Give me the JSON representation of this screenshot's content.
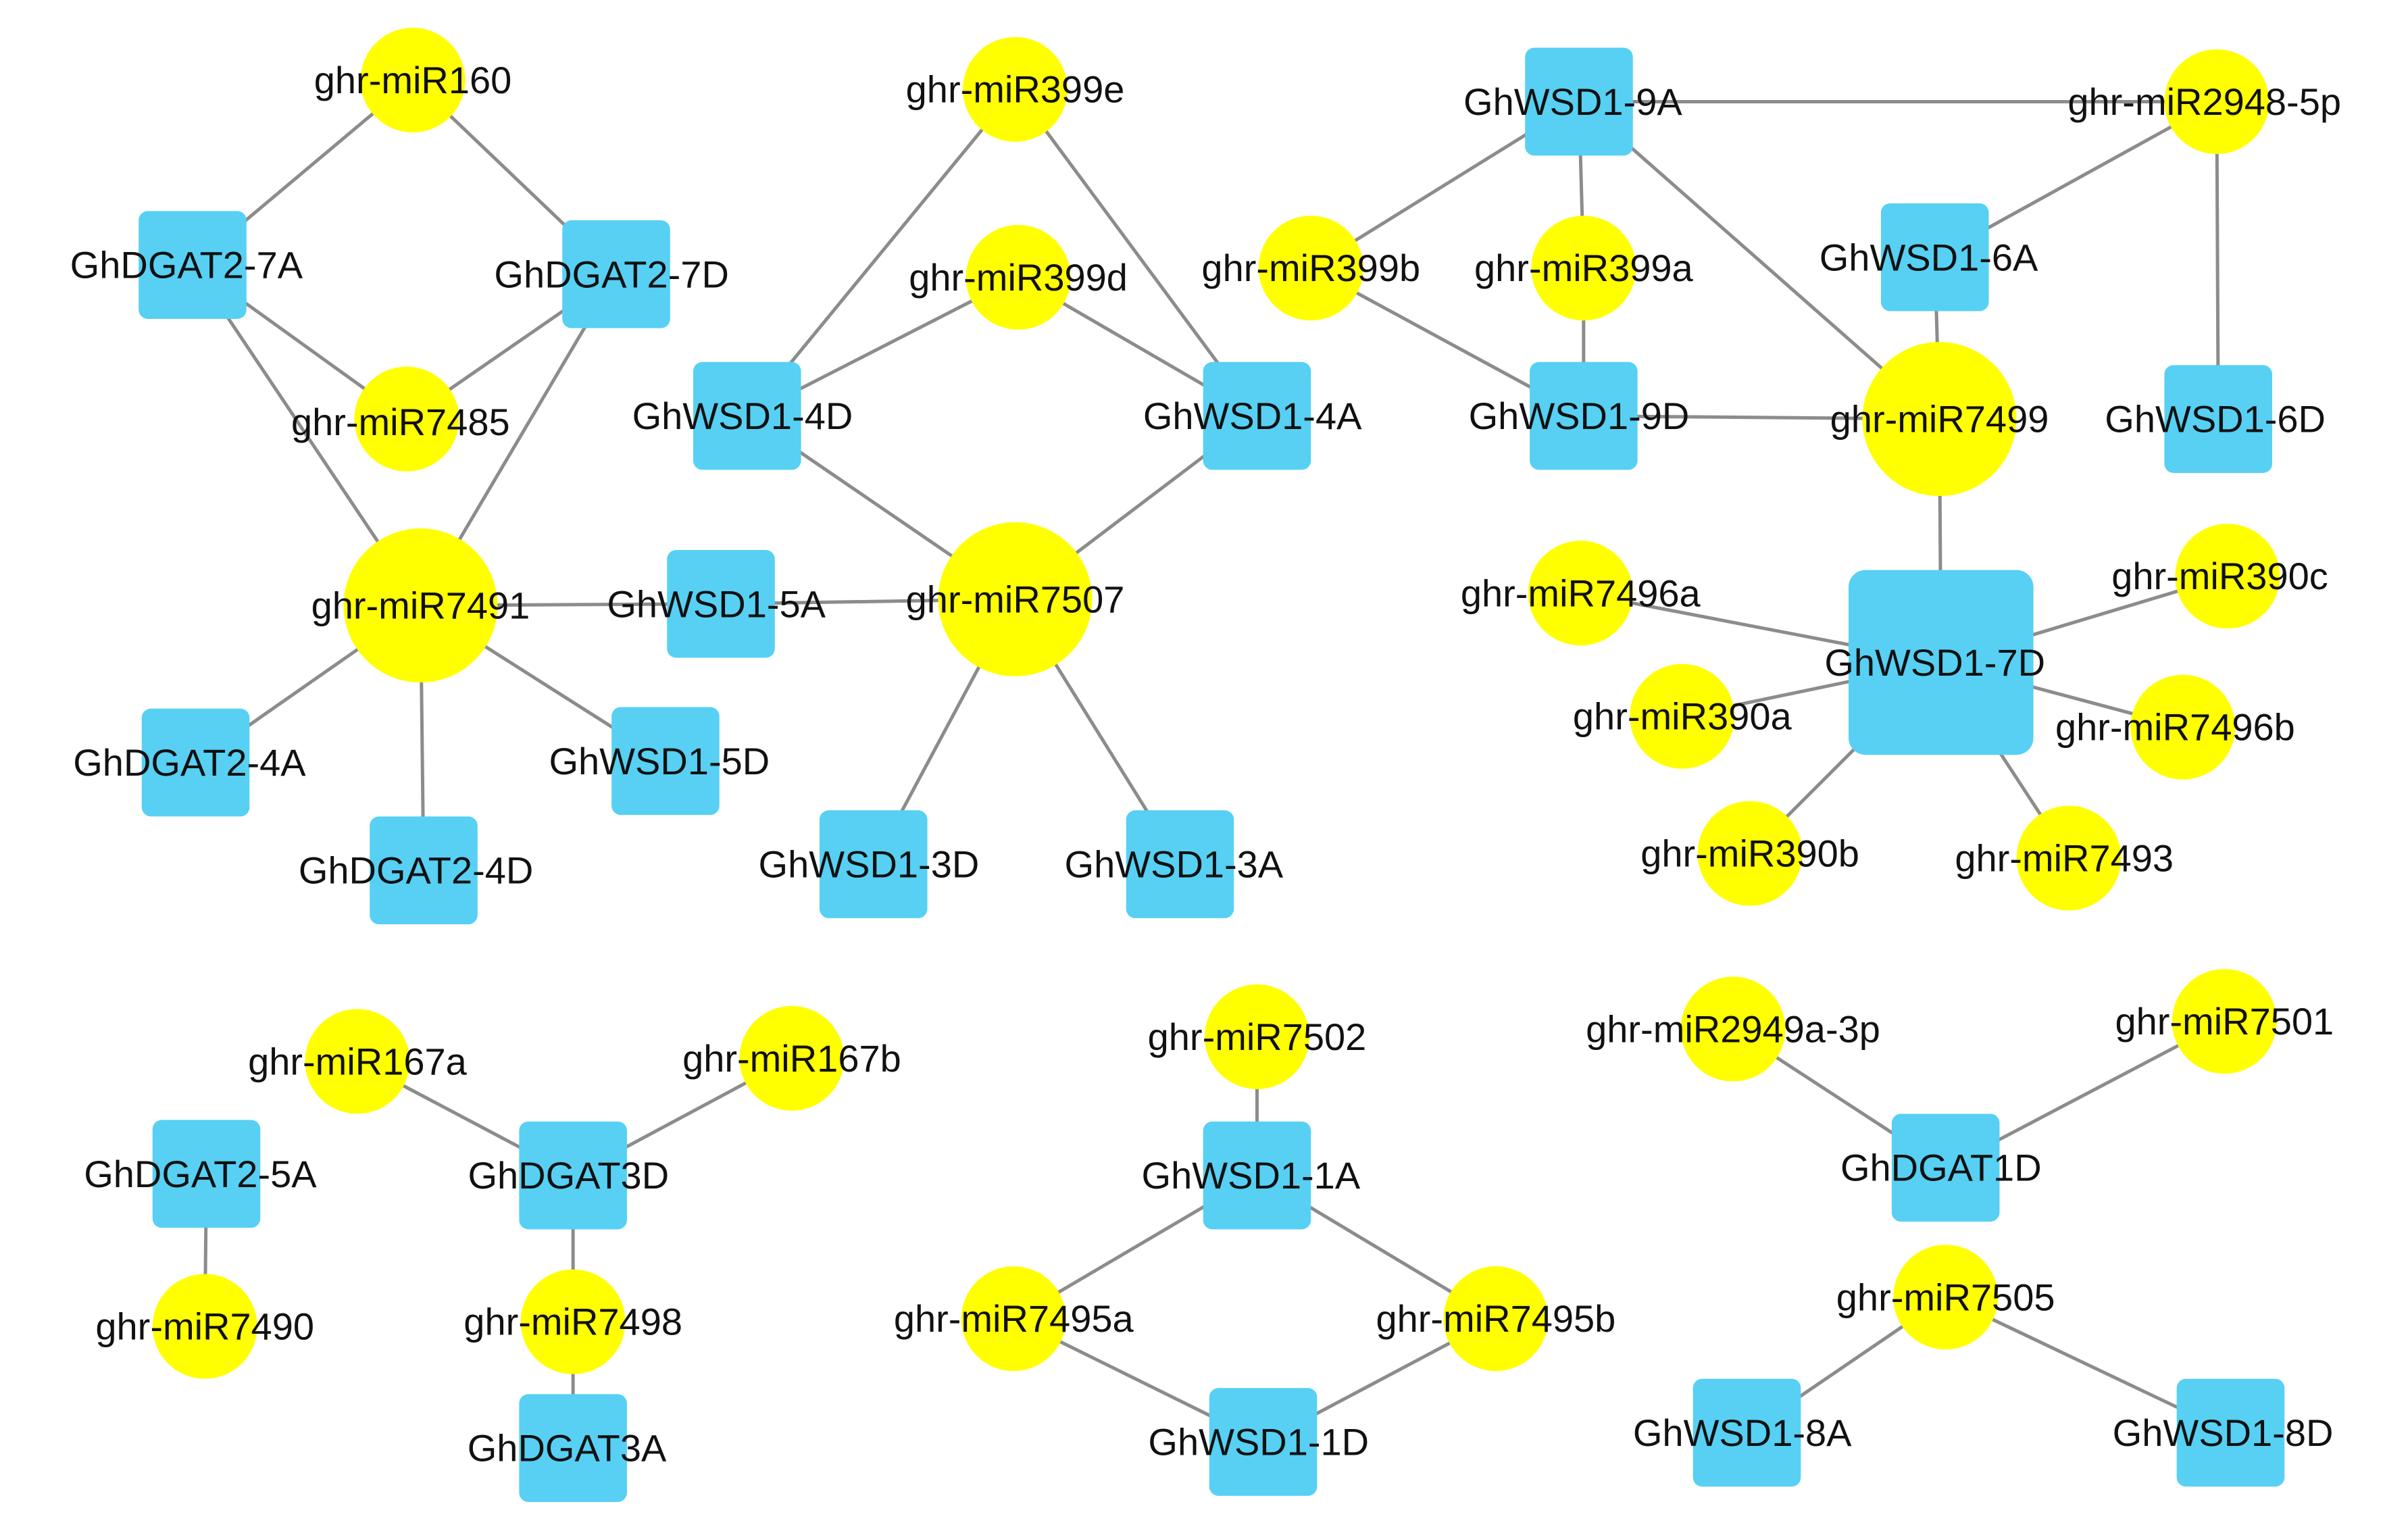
{
  "colors": {
    "mirna": "#FFFF00",
    "gene": "#57D0F4",
    "edge": "#8C8C8C",
    "text": "#111111"
  },
  "nodes": [
    {
      "id": "ghr-miR160",
      "kind": "mirna"
    },
    {
      "id": "GhDGAT2-7A",
      "kind": "gene"
    },
    {
      "id": "GhDGAT2-7D",
      "kind": "gene"
    },
    {
      "id": "ghr-miR7485",
      "kind": "mirna"
    },
    {
      "id": "ghr-miR7491",
      "kind": "mirna"
    },
    {
      "id": "GhWSD1-5A",
      "kind": "gene"
    },
    {
      "id": "GhDGAT2-4A",
      "kind": "gene"
    },
    {
      "id": "GhWSD1-5D",
      "kind": "gene"
    },
    {
      "id": "GhDGAT2-4D",
      "kind": "gene"
    },
    {
      "id": "ghr-miR399e",
      "kind": "mirna"
    },
    {
      "id": "ghr-miR399d",
      "kind": "mirna"
    },
    {
      "id": "GhWSD1-4D",
      "kind": "gene"
    },
    {
      "id": "GhWSD1-4A",
      "kind": "gene"
    },
    {
      "id": "ghr-miR7507",
      "kind": "mirna"
    },
    {
      "id": "GhWSD1-3D",
      "kind": "gene"
    },
    {
      "id": "GhWSD1-3A",
      "kind": "gene"
    },
    {
      "id": "GhWSD1-9A",
      "kind": "gene"
    },
    {
      "id": "ghr-miR2948-5p",
      "kind": "mirna"
    },
    {
      "id": "ghr-miR399b",
      "kind": "mirna"
    },
    {
      "id": "ghr-miR399a",
      "kind": "mirna"
    },
    {
      "id": "GhWSD1-6A",
      "kind": "gene"
    },
    {
      "id": "GhWSD1-9D",
      "kind": "gene"
    },
    {
      "id": "ghr-miR7499",
      "kind": "mirna"
    },
    {
      "id": "GhWSD1-6D",
      "kind": "gene"
    },
    {
      "id": "GhWSD1-7D",
      "kind": "gene"
    },
    {
      "id": "ghr-miR7496a",
      "kind": "mirna"
    },
    {
      "id": "ghr-miR390c",
      "kind": "mirna"
    },
    {
      "id": "ghr-miR390a",
      "kind": "mirna"
    },
    {
      "id": "ghr-miR7496b",
      "kind": "mirna"
    },
    {
      "id": "ghr-miR390b",
      "kind": "mirna"
    },
    {
      "id": "ghr-miR7493",
      "kind": "mirna"
    },
    {
      "id": "ghr-miR167a",
      "kind": "mirna"
    },
    {
      "id": "ghr-miR167b",
      "kind": "mirna"
    },
    {
      "id": "GhDGAT2-5A",
      "kind": "gene"
    },
    {
      "id": "GhDGAT3D",
      "kind": "gene"
    },
    {
      "id": "ghr-miR7490",
      "kind": "mirna"
    },
    {
      "id": "ghr-miR7498",
      "kind": "mirna"
    },
    {
      "id": "GhDGAT3A",
      "kind": "gene"
    },
    {
      "id": "ghr-miR7502",
      "kind": "mirna"
    },
    {
      "id": "GhWSD1-1A",
      "kind": "gene"
    },
    {
      "id": "ghr-miR7495a",
      "kind": "mirna"
    },
    {
      "id": "ghr-miR7495b",
      "kind": "mirna"
    },
    {
      "id": "GhWSD1-1D",
      "kind": "gene"
    },
    {
      "id": "ghr-miR2949a-3p",
      "kind": "mirna"
    },
    {
      "id": "ghr-miR7501",
      "kind": "mirna"
    },
    {
      "id": "GhDGAT1D",
      "kind": "gene"
    },
    {
      "id": "ghr-miR7505",
      "kind": "mirna"
    },
    {
      "id": "GhWSD1-8A",
      "kind": "gene"
    },
    {
      "id": "GhWSD1-8D",
      "kind": "gene"
    }
  ],
  "edges": [
    [
      "ghr-miR160",
      "GhDGAT2-7A"
    ],
    [
      "ghr-miR160",
      "GhDGAT2-7D"
    ],
    [
      "GhDGAT2-7A",
      "ghr-miR7485"
    ],
    [
      "GhDGAT2-7D",
      "ghr-miR7485"
    ],
    [
      "GhDGAT2-7A",
      "ghr-miR7491"
    ],
    [
      "GhDGAT2-7D",
      "ghr-miR7491"
    ],
    [
      "ghr-miR7491",
      "GhWSD1-5A"
    ],
    [
      "GhWSD1-5A",
      "ghr-miR7507"
    ],
    [
      "ghr-miR7491",
      "GhDGAT2-4A"
    ],
    [
      "ghr-miR7491",
      "GhWSD1-5D"
    ],
    [
      "ghr-miR7491",
      "GhDGAT2-4D"
    ],
    [
      "ghr-miR399e",
      "GhWSD1-4D"
    ],
    [
      "ghr-miR399e",
      "GhWSD1-4A"
    ],
    [
      "ghr-miR399d",
      "GhWSD1-4D"
    ],
    [
      "ghr-miR399d",
      "GhWSD1-4A"
    ],
    [
      "GhWSD1-4D",
      "ghr-miR7507"
    ],
    [
      "GhWSD1-4A",
      "ghr-miR7507"
    ],
    [
      "ghr-miR7507",
      "GhWSD1-3D"
    ],
    [
      "ghr-miR7507",
      "GhWSD1-3A"
    ],
    [
      "GhWSD1-9A",
      "ghr-miR2948-5p"
    ],
    [
      "GhWSD1-9A",
      "ghr-miR399b"
    ],
    [
      "GhWSD1-9A",
      "ghr-miR399a"
    ],
    [
      "GhWSD1-9A",
      "ghr-miR7499"
    ],
    [
      "ghr-miR399b",
      "GhWSD1-9D"
    ],
    [
      "ghr-miR399a",
      "GhWSD1-9D"
    ],
    [
      "GhWSD1-9D",
      "ghr-miR7499"
    ],
    [
      "ghr-miR2948-5p",
      "GhWSD1-6A"
    ],
    [
      "ghr-miR2948-5p",
      "GhWSD1-6D"
    ],
    [
      "GhWSD1-6A",
      "ghr-miR7499"
    ],
    [
      "ghr-miR7499",
      "GhWSD1-7D"
    ],
    [
      "GhWSD1-7D",
      "ghr-miR7496a"
    ],
    [
      "GhWSD1-7D",
      "ghr-miR390c"
    ],
    [
      "GhWSD1-7D",
      "ghr-miR390a"
    ],
    [
      "GhWSD1-7D",
      "ghr-miR7496b"
    ],
    [
      "GhWSD1-7D",
      "ghr-miR390b"
    ],
    [
      "GhWSD1-7D",
      "ghr-miR7493"
    ],
    [
      "ghr-miR167a",
      "GhDGAT3D"
    ],
    [
      "ghr-miR167b",
      "GhDGAT3D"
    ],
    [
      "GhDGAT3D",
      "ghr-miR7498"
    ],
    [
      "ghr-miR7498",
      "GhDGAT3A"
    ],
    [
      "GhDGAT2-5A",
      "ghr-miR7490"
    ],
    [
      "ghr-miR7502",
      "GhWSD1-1A"
    ],
    [
      "GhWSD1-1A",
      "ghr-miR7495a"
    ],
    [
      "GhWSD1-1A",
      "ghr-miR7495b"
    ],
    [
      "ghr-miR7495a",
      "GhWSD1-1D"
    ],
    [
      "ghr-miR7495b",
      "GhWSD1-1D"
    ],
    [
      "ghr-miR2949a-3p",
      "GhDGAT1D"
    ],
    [
      "ghr-miR7501",
      "GhDGAT1D"
    ],
    [
      "ghr-miR7505",
      "GhWSD1-8A"
    ],
    [
      "ghr-miR7505",
      "GhWSD1-8D"
    ]
  ]
}
